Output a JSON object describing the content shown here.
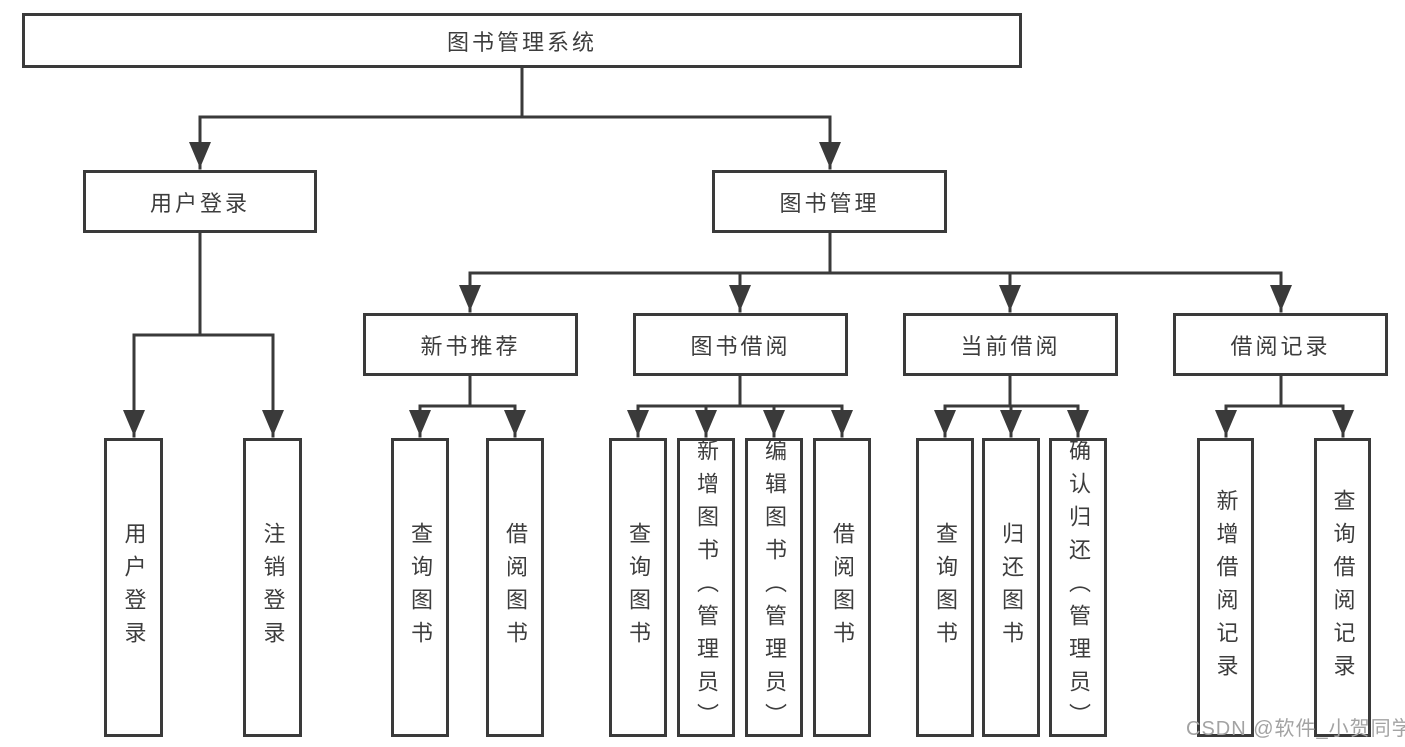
{
  "tree": {
    "root": {
      "label": "图书管理系统"
    },
    "branches": [
      {
        "label": "用户登录",
        "children": [
          {
            "label": "用户登录"
          },
          {
            "label": "注销登录"
          }
        ]
      },
      {
        "label": "图书管理",
        "children": [
          {
            "label": "新书推荐",
            "children": [
              {
                "label": "查询图书"
              },
              {
                "label": "借阅图书"
              }
            ]
          },
          {
            "label": "图书借阅",
            "children": [
              {
                "label": "查询图书"
              },
              {
                "label": "新增图书（管理员）"
              },
              {
                "label": "编辑图书（管理员）"
              },
              {
                "label": "借阅图书"
              }
            ]
          },
          {
            "label": "当前借阅",
            "children": [
              {
                "label": "查询图书"
              },
              {
                "label": "归还图书"
              },
              {
                "label": "确认归还（管理员）"
              }
            ]
          },
          {
            "label": "借阅记录",
            "children": [
              {
                "label": "新增借阅记录"
              },
              {
                "label": "查询借阅记录"
              }
            ]
          }
        ]
      }
    ]
  },
  "watermark": "CSDN @软件_小贺同学",
  "colors": {
    "line": "#3a3a3a",
    "text": "#3d3d3d",
    "box_bg": "#ffffff",
    "watermark": "#a3a3a3"
  }
}
